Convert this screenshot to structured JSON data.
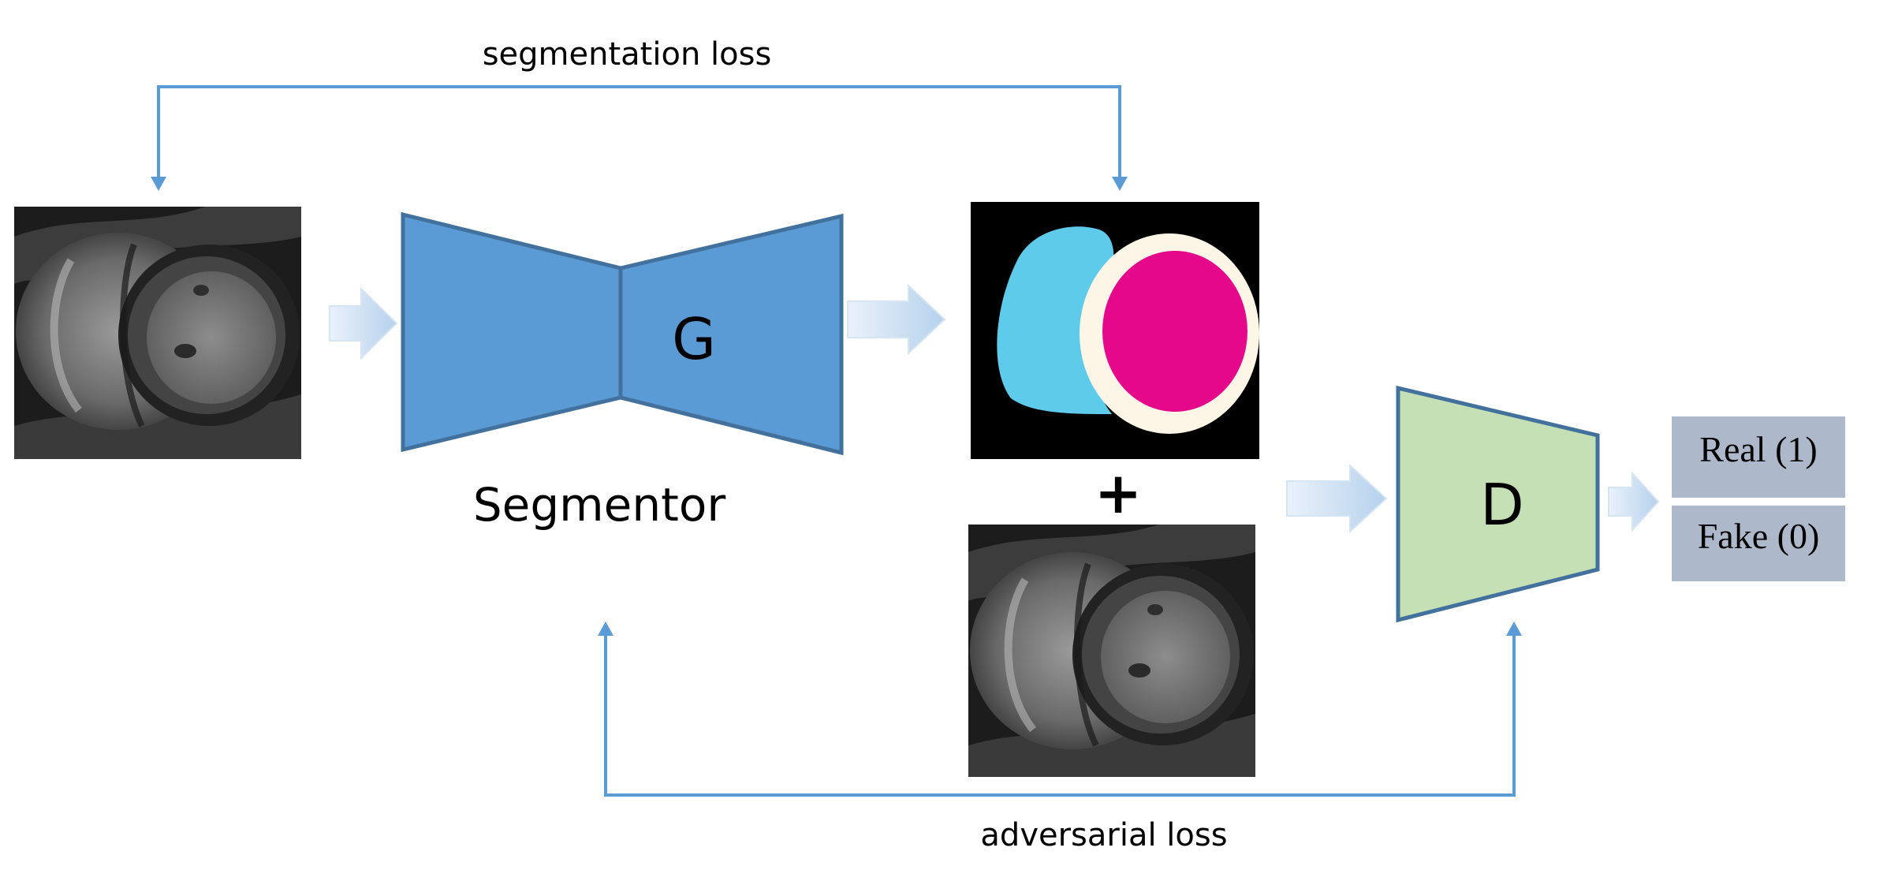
{
  "labels": {
    "segmentation_loss": "segmentation loss",
    "adversarial_loss": "adversarial loss",
    "generator": "G",
    "segmentor": "Segmentor",
    "plus": "+",
    "discriminator": "D",
    "real": "Real (1)",
    "fake": "Fake (0)"
  },
  "colors": {
    "generator_fill": "#5b9bd5",
    "generator_stroke": "#41719c",
    "discriminator_fill": "#c5e0b4",
    "discriminator_stroke": "#41719c",
    "loss_arrow": "#5b9bd5",
    "output_box": "#adb9ca",
    "mask_background": "#000000",
    "mask_right_ventricle": "#5ecbeb",
    "mask_myocardium": "#fdf6e7",
    "mask_left_ventricle": "#e5088a"
  }
}
